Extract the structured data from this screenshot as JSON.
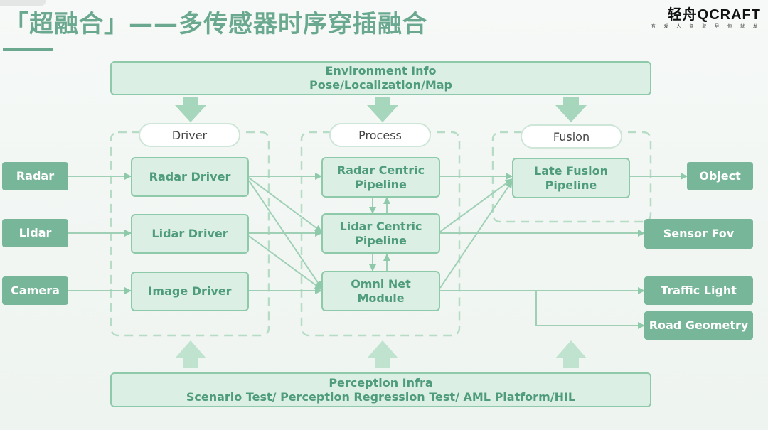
{
  "header": {
    "title": "「超融合」——多传感器时序穿插融合",
    "brand_name": "轻舟QCRAFT",
    "brand_sub": "有 爱 人 驾 驶 导 你 就 发"
  },
  "top_bar": {
    "line1": "Environment Info",
    "line2": "Pose/Localization/Map"
  },
  "bottom_bar": {
    "line1": "Perception Infra",
    "line2": "Scenario Test/ Perception Regression Test/ AML Platform/HIL"
  },
  "groups": {
    "driver": "Driver",
    "process": "Process",
    "fusion": "Fusion"
  },
  "sensors": {
    "radar": "Radar",
    "lidar": "Lidar",
    "camera": "Camera"
  },
  "drivers": {
    "radar": "Radar Driver",
    "lidar": "Lidar Driver",
    "image": "Image Driver"
  },
  "process": {
    "radar_l1": "Radar Centric",
    "radar_l2": "Pipeline",
    "lidar_l1": "Lidar Centric",
    "lidar_l2": "Pipeline",
    "omni_l1": "Omni Net",
    "omni_l2": "Module"
  },
  "fusion": {
    "l1": "Late Fusion",
    "l2": "Pipeline"
  },
  "outputs": {
    "object": "Object",
    "sensor_fov": "Sensor Fov",
    "traffic_light": "Traffic Light",
    "road_geometry": "Road Geometry"
  },
  "colors": {
    "accent": "#6aa98f",
    "box_fill": "#dcefe4",
    "box_border": "#8ec9aa",
    "dark_box": "#78b69a",
    "arrow": "#9fd0b6"
  }
}
